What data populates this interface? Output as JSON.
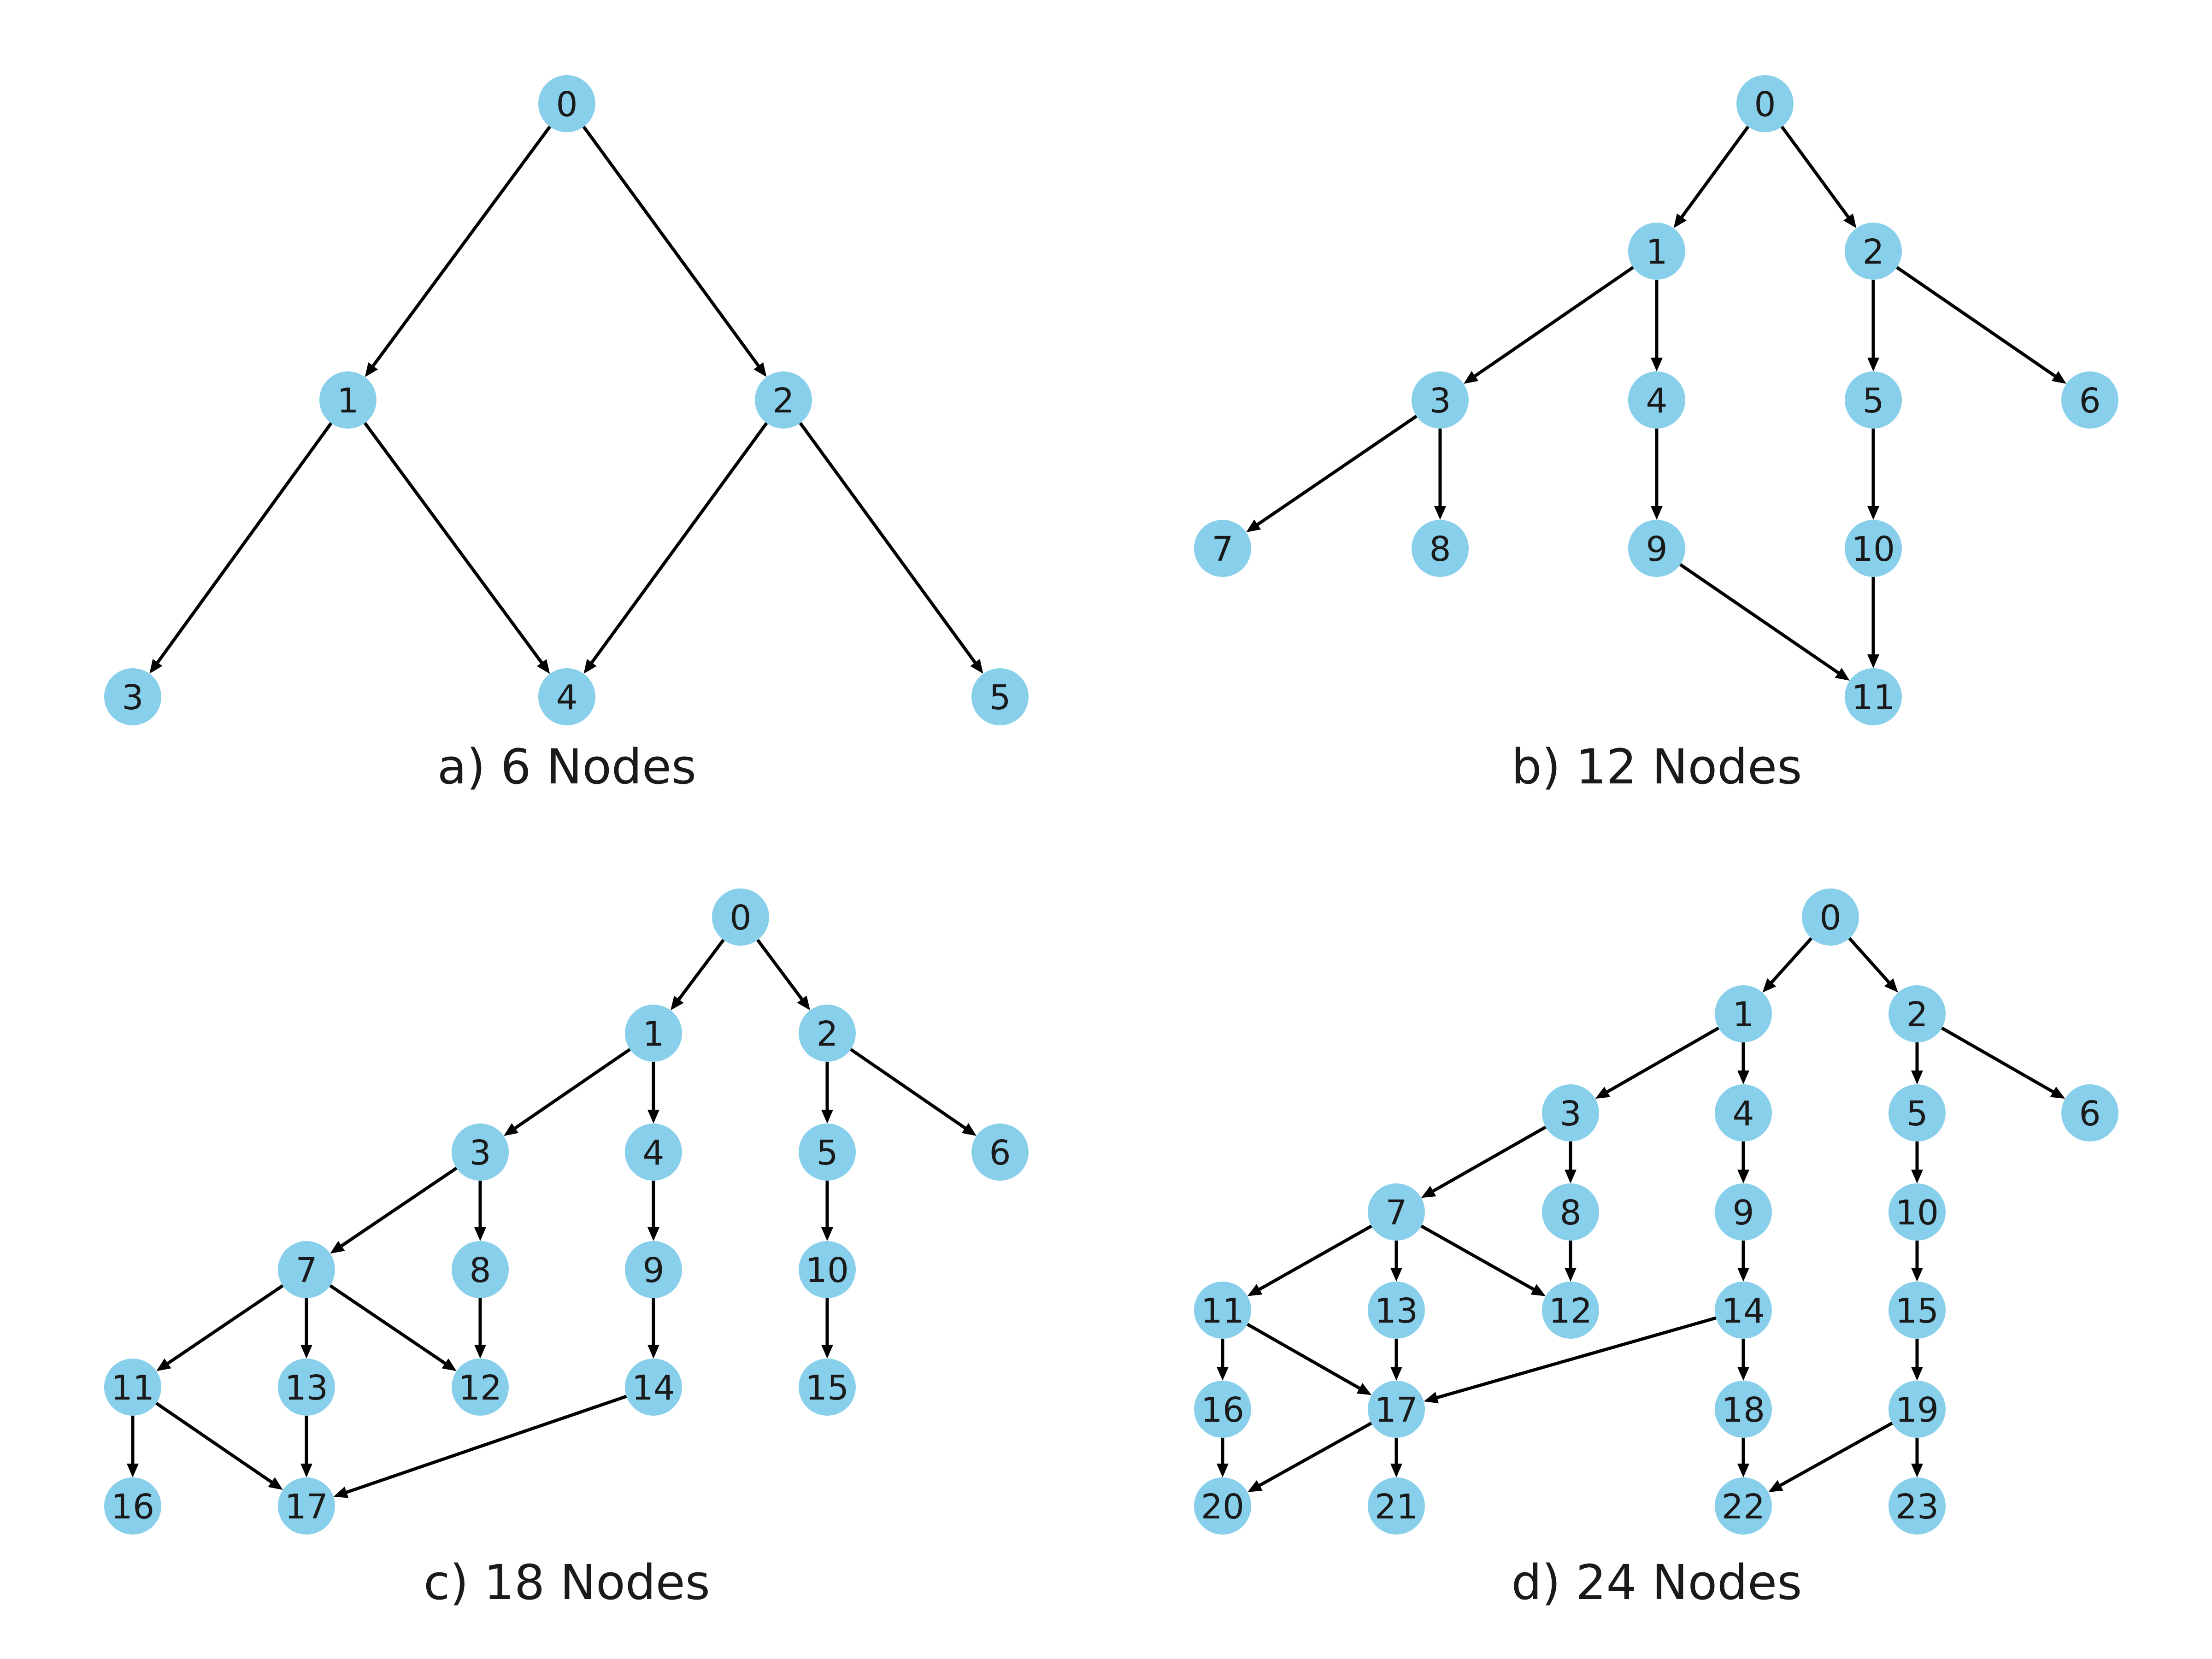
{
  "node_color": "#87cfeb",
  "edge_color": "#000000",
  "panels": [
    {
      "id": "a",
      "caption": "a) 6 Nodes",
      "nodes": [
        "0",
        "1",
        "2",
        "3",
        "4",
        "5"
      ],
      "edges": [
        [
          "0",
          "1"
        ],
        [
          "0",
          "2"
        ],
        [
          "1",
          "3"
        ],
        [
          "1",
          "4"
        ],
        [
          "2",
          "4"
        ],
        [
          "2",
          "5"
        ]
      ]
    },
    {
      "id": "b",
      "caption": "b) 12 Nodes",
      "nodes": [
        "0",
        "1",
        "2",
        "3",
        "4",
        "5",
        "6",
        "7",
        "8",
        "9",
        "10",
        "11"
      ],
      "edges": [
        [
          "0",
          "1"
        ],
        [
          "0",
          "2"
        ],
        [
          "1",
          "3"
        ],
        [
          "1",
          "4"
        ],
        [
          "2",
          "5"
        ],
        [
          "2",
          "6"
        ],
        [
          "3",
          "7"
        ],
        [
          "3",
          "8"
        ],
        [
          "4",
          "9"
        ],
        [
          "5",
          "10"
        ],
        [
          "9",
          "11"
        ],
        [
          "10",
          "11"
        ]
      ]
    },
    {
      "id": "c",
      "caption": "c) 18 Nodes",
      "nodes": [
        "0",
        "1",
        "2",
        "3",
        "4",
        "5",
        "6",
        "7",
        "8",
        "9",
        "10",
        "11",
        "12",
        "13",
        "14",
        "15",
        "16",
        "17"
      ],
      "edges": [
        [
          "0",
          "1"
        ],
        [
          "0",
          "2"
        ],
        [
          "1",
          "3"
        ],
        [
          "1",
          "4"
        ],
        [
          "2",
          "5"
        ],
        [
          "2",
          "6"
        ],
        [
          "3",
          "7"
        ],
        [
          "3",
          "8"
        ],
        [
          "4",
          "9"
        ],
        [
          "5",
          "10"
        ],
        [
          "7",
          "11"
        ],
        [
          "7",
          "13"
        ],
        [
          "7",
          "12"
        ],
        [
          "8",
          "12"
        ],
        [
          "9",
          "14"
        ],
        [
          "10",
          "15"
        ],
        [
          "11",
          "16"
        ],
        [
          "11",
          "17"
        ],
        [
          "13",
          "17"
        ],
        [
          "14",
          "17"
        ]
      ]
    },
    {
      "id": "d",
      "caption": "d) 24 Nodes",
      "nodes": [
        "0",
        "1",
        "2",
        "3",
        "4",
        "5",
        "6",
        "7",
        "8",
        "9",
        "10",
        "11",
        "12",
        "13",
        "14",
        "15",
        "16",
        "17",
        "18",
        "19",
        "20",
        "21",
        "22",
        "23"
      ],
      "edges": [
        [
          "0",
          "1"
        ],
        [
          "0",
          "2"
        ],
        [
          "1",
          "3"
        ],
        [
          "1",
          "4"
        ],
        [
          "2",
          "5"
        ],
        [
          "2",
          "6"
        ],
        [
          "3",
          "7"
        ],
        [
          "3",
          "8"
        ],
        [
          "4",
          "9"
        ],
        [
          "5",
          "10"
        ],
        [
          "7",
          "11"
        ],
        [
          "7",
          "13"
        ],
        [
          "7",
          "12"
        ],
        [
          "8",
          "12"
        ],
        [
          "9",
          "14"
        ],
        [
          "10",
          "15"
        ],
        [
          "11",
          "16"
        ],
        [
          "11",
          "17"
        ],
        [
          "13",
          "17"
        ],
        [
          "14",
          "17"
        ],
        [
          "14",
          "18"
        ],
        [
          "15",
          "19"
        ],
        [
          "16",
          "20"
        ],
        [
          "17",
          "20"
        ],
        [
          "17",
          "21"
        ],
        [
          "18",
          "22"
        ],
        [
          "19",
          "22"
        ],
        [
          "19",
          "23"
        ]
      ]
    }
  ]
}
